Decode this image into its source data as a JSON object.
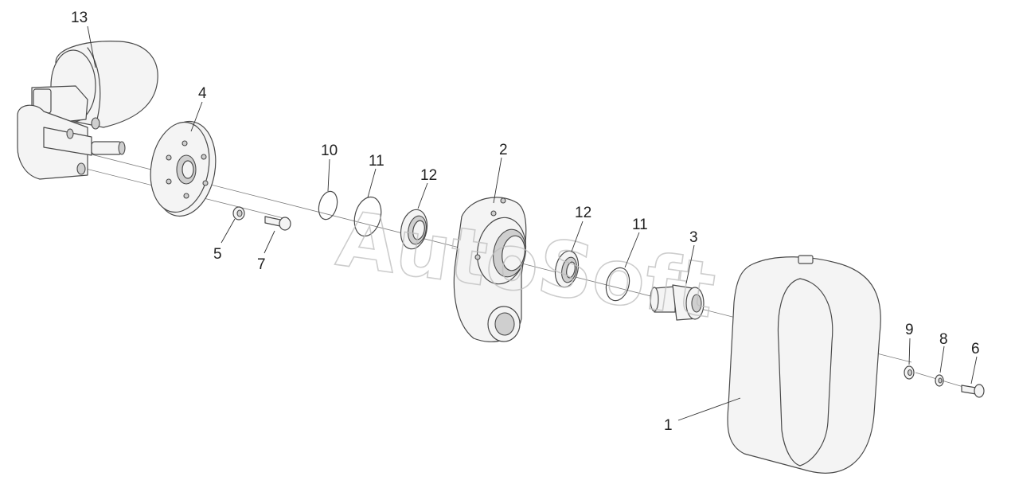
{
  "watermark": "AutoSoft",
  "callouts": [
    {
      "id": "p13",
      "label": "13"
    },
    {
      "id": "p4",
      "label": "4"
    },
    {
      "id": "p5",
      "label": "5"
    },
    {
      "id": "p7",
      "label": "7"
    },
    {
      "id": "p10",
      "label": "10"
    },
    {
      "id": "p11a",
      "label": "11"
    },
    {
      "id": "p12a",
      "label": "12"
    },
    {
      "id": "p2",
      "label": "2"
    },
    {
      "id": "p12b",
      "label": "12"
    },
    {
      "id": "p11b",
      "label": "11"
    },
    {
      "id": "p3",
      "label": "3"
    },
    {
      "id": "p1",
      "label": "1"
    },
    {
      "id": "p9",
      "label": "9"
    },
    {
      "id": "p8",
      "label": "8"
    },
    {
      "id": "p6",
      "label": "6"
    }
  ]
}
